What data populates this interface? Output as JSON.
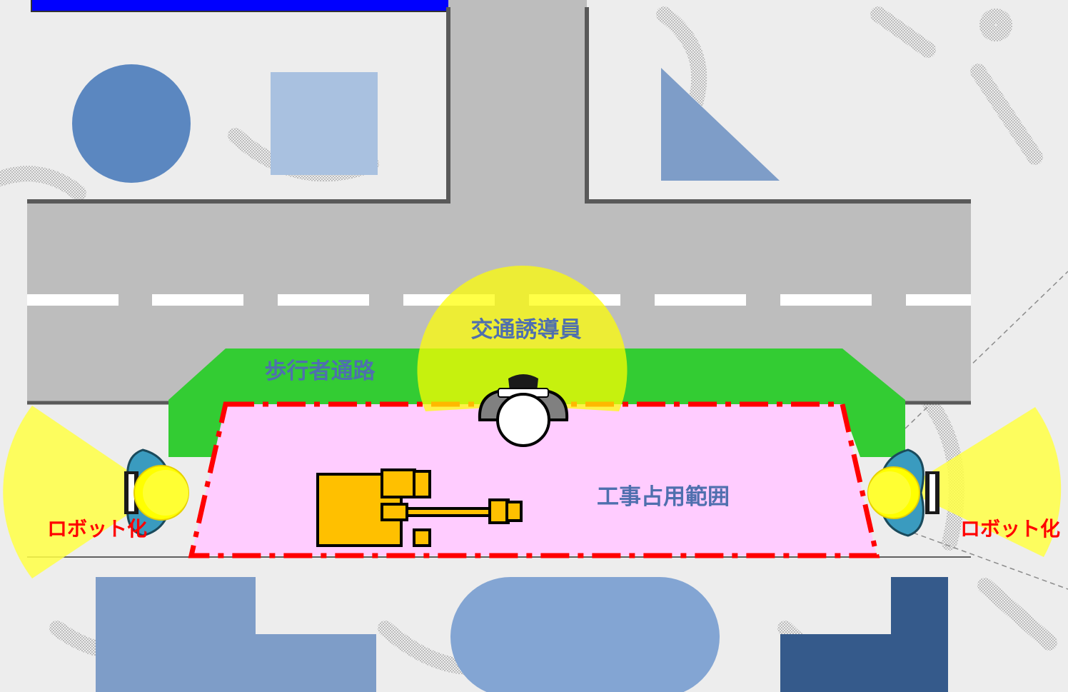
{
  "labels": {
    "traffic_guide": "交通誘導員",
    "pedestrian_path": "歩行者通路",
    "work_zone": "工事占用範囲",
    "robot_left": "ロボット化",
    "robot_right": "ロボット化"
  },
  "colors": {
    "background": "#ededed",
    "road": "#bdbdbd",
    "road_edge": "#595959",
    "lane_marking": "#ffffff",
    "pedestrian_path": "#33cc33",
    "work_zone_fill": "#ffccff",
    "work_zone_border": "#ff0000",
    "guide_fan": "#ffff00",
    "excavator": "#ffc000",
    "label_blue": "#4f6fae",
    "label_red": "#ff0000",
    "title_bar": "#0000ff"
  },
  "icons": {
    "header_bar": "title-bar",
    "traffic_guide_person": "worker-hardhat-icon",
    "robot_left_person": "worker-hardhat-icon",
    "robot_right_person": "worker-hardhat-icon",
    "excavator": "excavator-icon"
  }
}
